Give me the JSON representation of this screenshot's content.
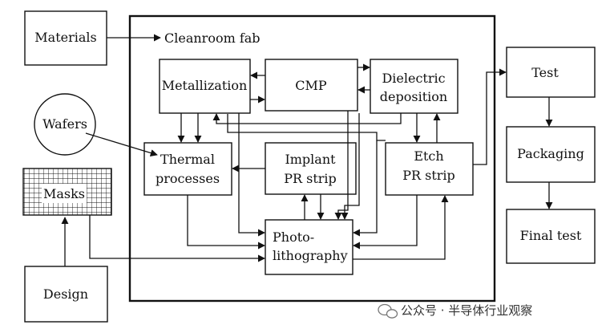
{
  "diagram": {
    "fab_label": "Cleanroom fab",
    "nodes": {
      "materials": "Materials",
      "wafers": "Wafers",
      "masks": "Masks",
      "design": "Design",
      "metallization": "Metallization",
      "cmp": "CMP",
      "dielectric_line1": "Dielectric",
      "dielectric_line2": "deposition",
      "thermal_line1": "Thermal",
      "thermal_line2": "processes",
      "implant_line1": "Implant",
      "implant_line2": "PR strip",
      "etch_line1": "Etch",
      "etch_line2": "PR strip",
      "photo_line1": "Photo-",
      "photo_line2": "lithography",
      "test": "Test",
      "packaging": "Packaging",
      "final_test": "Final test"
    },
    "watermark": "公众号 · 半导体行业观察"
  }
}
